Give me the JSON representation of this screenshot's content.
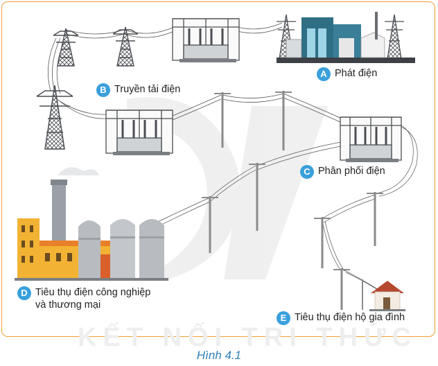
{
  "labels": {
    "A": {
      "letter": "A",
      "text": "Phát điện"
    },
    "B": {
      "letter": "B",
      "text": "Truyền tải điện"
    },
    "C": {
      "letter": "C",
      "text": "Phân phối điện"
    },
    "D": {
      "letter": "D",
      "line1": "Tiêu thụ điện công nghiệp",
      "line2": "và thương mại"
    },
    "E": {
      "letter": "E",
      "text": "Tiêu thụ điện hộ gia đình"
    }
  },
  "watermark": "KẾT NỐI TRI THỨC",
  "caption": "Hình 4.1",
  "colors": {
    "frame": "#f0a035",
    "badge": "#3aa0dc",
    "caption": "#2f7fb8",
    "steel": "#4a4d52",
    "wire": "#555555",
    "pole": "#8a8a8a",
    "factory_wall": "#f2b233",
    "factory_roof": "#e8802a",
    "silo": "#b8bcc0",
    "plant_teal": "#2e6f86",
    "house_roof": "#b5482f"
  }
}
